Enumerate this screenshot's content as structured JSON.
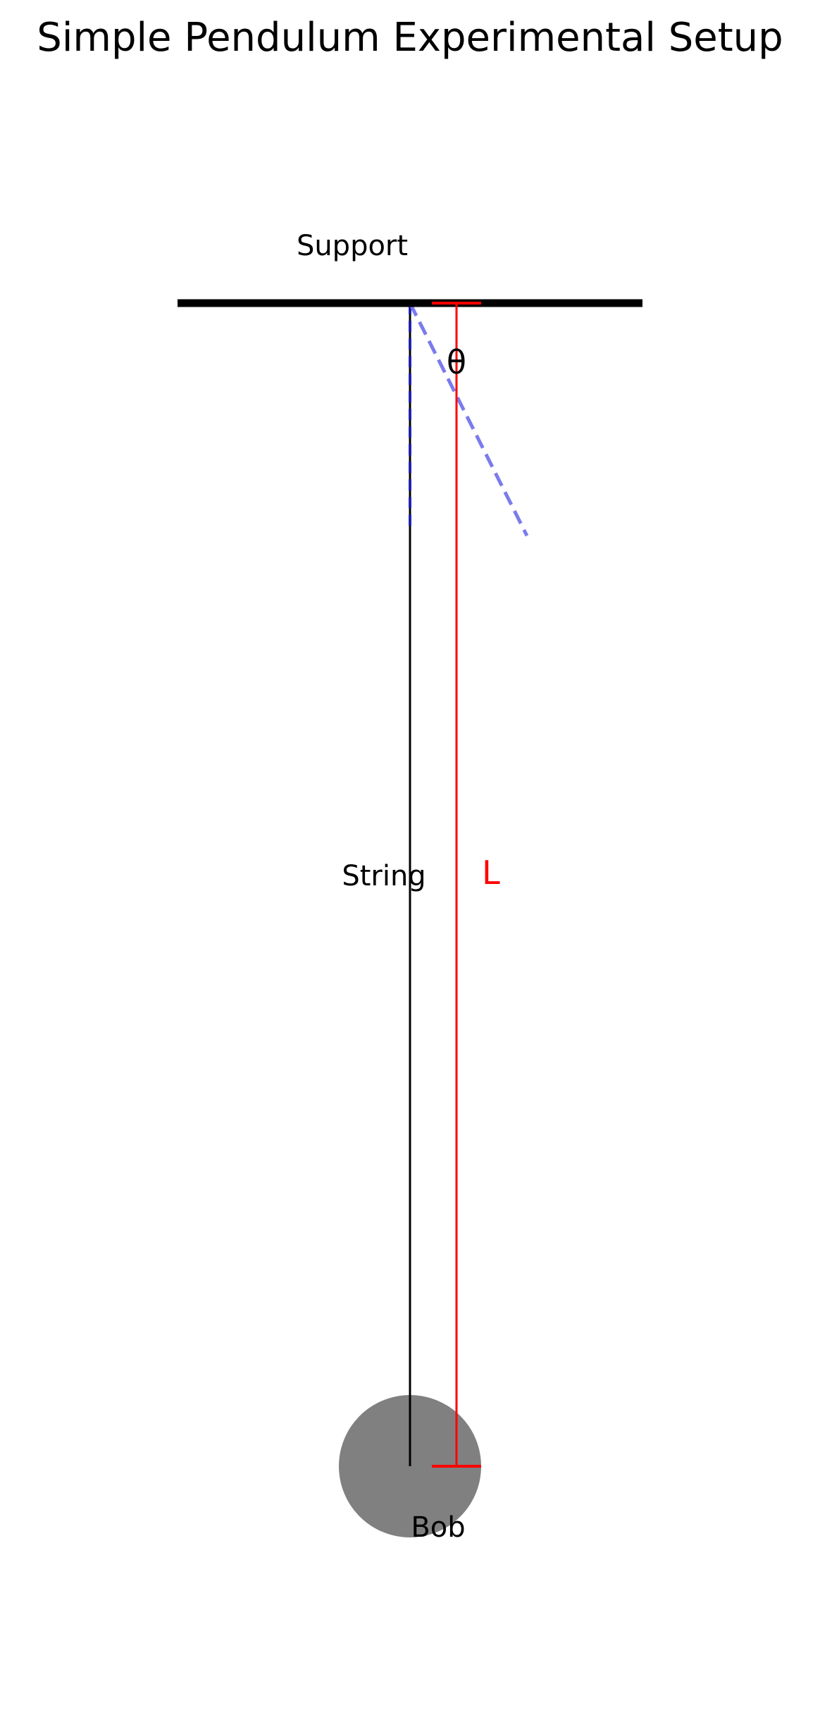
{
  "title": "Simple Pendulum Experimental Setup",
  "labels": {
    "support": "Support",
    "string": "String",
    "theta": "θ",
    "length": "L",
    "bob": "Bob"
  },
  "colors": {
    "background": "#ffffff",
    "support_bar": "#000000",
    "string": "#000000",
    "bob": "#808080",
    "length_marker": "#ff0000",
    "angle_reference": "#2222bb",
    "displaced_string": "#7b7bee"
  }
}
